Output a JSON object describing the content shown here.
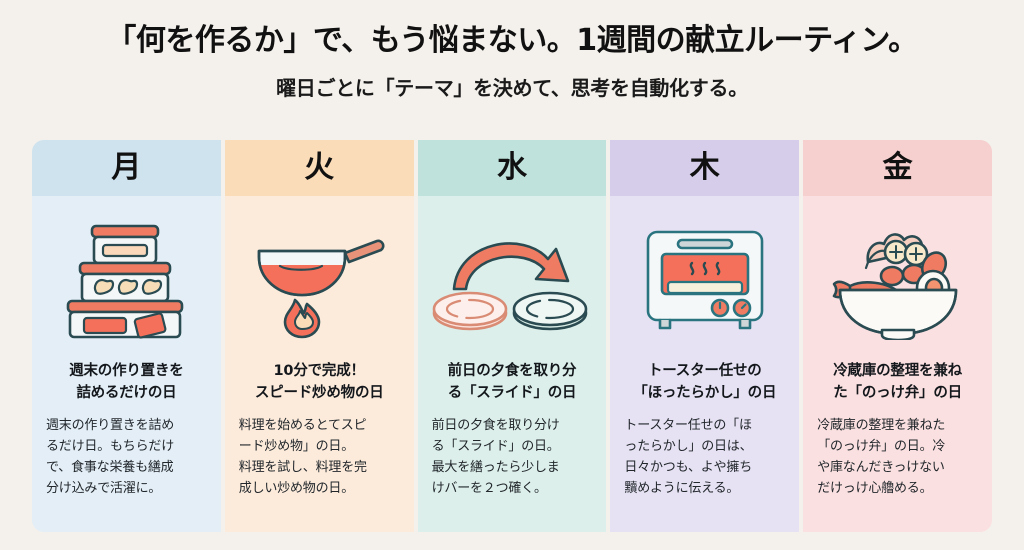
{
  "header": {
    "title": "「何を作るか」で、もう悩まない。1週間の献立ルーティン。",
    "subtitle": "曜日ごとに「テーマ」を決めて、思考を自動化する。"
  },
  "colors": {
    "background": "#f4f1ec",
    "ink": "#2a4b52",
    "accent_salmon": "#ef7c62",
    "mon_header": "#cfe3ee",
    "mon_body": "#e3eef6",
    "tue_header": "#fbdcb8",
    "tue_body": "#fcebdb",
    "wed_header": "#bfe3dc",
    "wed_body": "#dcefea",
    "thu_header": "#d5cdea",
    "thu_body": "#e6e2f3",
    "fri_header": "#f6cfcf",
    "fri_body": "#fae0e0"
  },
  "cards": [
    {
      "day": "月",
      "icon": "stacked-food-containers-icon",
      "title": "週末の作り置きを\n詰めるだけの日",
      "title_lines": [
        "週末の作り置きを",
        "詰めるだけの日"
      ],
      "desc": "週末の作り置きを詰めるだけ日。もちらだけで、食事な栄養も繕成分け込みで活濯に。",
      "desc_lines": [
        "週末の作り置きを詰め",
        "るだけ日。もちらだけ",
        "で、食事な栄養も繕成",
        "分け込みで活濯に。"
      ]
    },
    {
      "day": "火",
      "icon": "wok-with-flame-icon",
      "title": "10分で完成！\nスピード炒め物の日",
      "title_lines": [
        "10分で完成！",
        "スピード炒め物の日"
      ],
      "desc": "料理を始めるとてスピード炒め物」の日。料理を試し、料理を完成しい炒め物の日。",
      "desc_lines": [
        "料理を始めるとてスピ",
        "ード炒め物」の日。",
        "料理を試し、料理を完",
        "成しい炒め物の日。"
      ]
    },
    {
      "day": "水",
      "icon": "two-plates-with-arrow-icon",
      "title": "前日の夕食を取り分る「スライド」の日",
      "title_lines": [
        "前日の夕食を取り分",
        "る「スライド」の日"
      ],
      "desc": "前日の夕食を取り分ける「スライド」の日。最大を繕ったら少しまけバーを２つ確く。",
      "desc_lines": [
        "前日の夕食を取り分け",
        "る「スライド」の日。",
        "最大を繕ったら少しま",
        "けバーを２つ確く。"
      ]
    },
    {
      "day": "木",
      "icon": "toaster-oven-icon",
      "title": "トースター任せの\n「ほったらかし」の日",
      "title_lines": [
        "トースター任せの",
        "「ほったらかし」の日"
      ],
      "desc": "トースター任せの「ほったらかし」の日は、日々かつも、よや擁ち黷めように伝える。",
      "desc_lines": [
        "トースター任せの「ほ",
        "ったらかし」の日は、",
        "日々かつも、よや擁ち",
        "黷めように伝える。"
      ]
    },
    {
      "day": "金",
      "icon": "rice-bowl-icon",
      "title": "冷蔵庫の整理を兼ねた「のっけ弁」の日",
      "title_lines": [
        "冷蔵庫の整理を兼ね",
        "た「のっけ弁」の日"
      ],
      "desc": "冷蔵庫の整理を兼ねた「のっけ弁」の日。冷や庫なんだきっけないだけっけ心艪める。",
      "desc_lines": [
        "冷蔵庫の整理を兼ねた",
        "「のっけ弁」の日。冷",
        "や庫なんだきっけない",
        "だけっけ心艪める。"
      ]
    }
  ]
}
